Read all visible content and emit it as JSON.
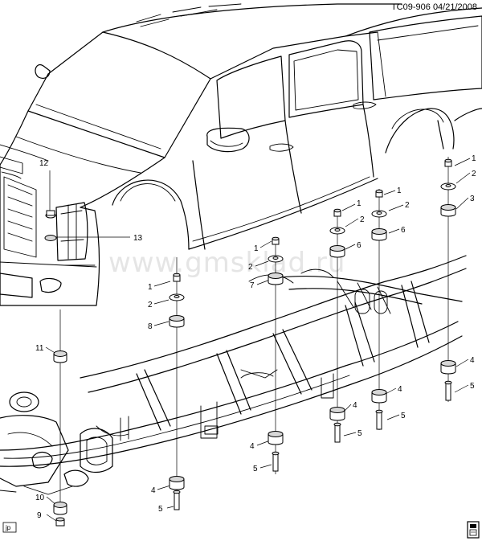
{
  "header": {
    "diagram_code": "TC09-906",
    "date": "04/21/2008"
  },
  "watermark": "www.gmsklad.ru",
  "corner_tag": "jp",
  "callouts": {
    "c12": "12",
    "c13": "13",
    "c11": "11",
    "c10": "10",
    "c9": "9",
    "fl1": "1",
    "fl2": "2",
    "fl8": "8",
    "fl4": "4",
    "fl5": "5",
    "fm1": "1",
    "fm2": "2",
    "fm7": "7",
    "fm4": "4",
    "fm5": "5",
    "rl1": "1",
    "rl2": "2",
    "rl6": "6",
    "rl4": "4",
    "rl5": "5",
    "rr1": "1",
    "rr2": "2",
    "rr6": "6",
    "rr4": "4",
    "rr5": "5",
    "xr1": "1",
    "xr2": "2",
    "xr3": "3",
    "xr4": "4",
    "xr5": "5"
  }
}
